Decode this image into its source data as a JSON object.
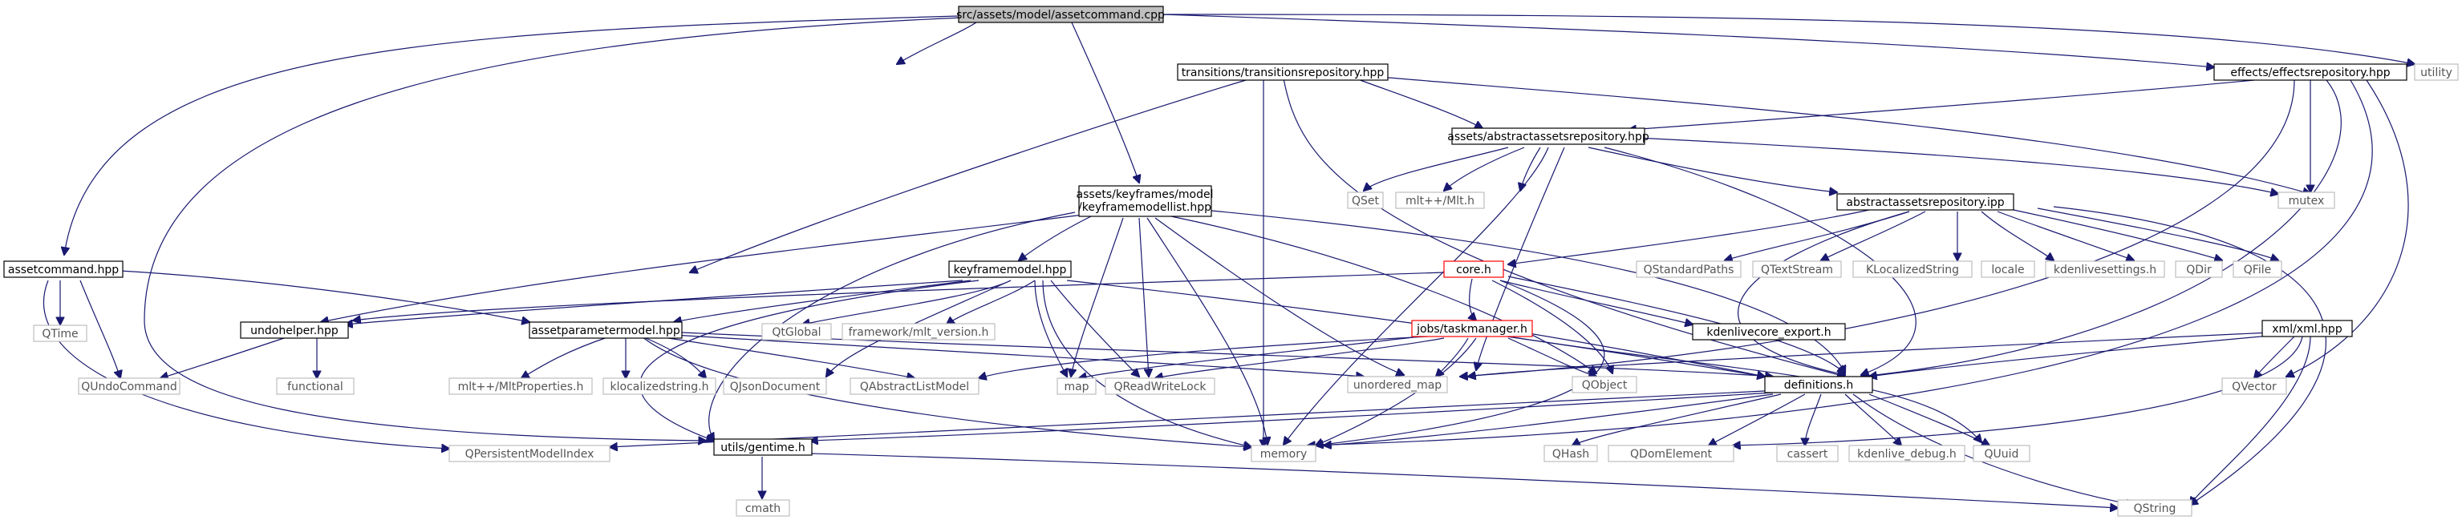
{
  "colors": {
    "edge": "#191970",
    "root_fill": "#bfbfbf",
    "external_border": "#bfbfbf",
    "highlight_border": "#ff0000"
  },
  "nodes": {
    "root": "src/assets/model/assetcommand.cpp",
    "transitions_repo": "transitions/transitionsrepository.hpp",
    "effects_repo": "effects/effectsrepository.hpp",
    "utility": "utility",
    "abstract_repo_hpp": "assets/abstractassetsrepository.hpp",
    "qset": "QSet",
    "mlt": "mlt++/Mlt.h",
    "mutex": "mutex",
    "keyframemodellist_1": "assets/keyframes/model",
    "keyframemodellist_2": "/keyframemodellist.hpp",
    "abstract_repo_ipp": "abstractassetsrepository.ipp",
    "assetcommand_hpp": "assetcommand.hpp",
    "keyframemodel_hpp": "keyframemodel.hpp",
    "core_h": "core.h",
    "qstandardpaths": "QStandardPaths",
    "qtextstream": "QTextStream",
    "klocalizedstring_cap": "KLocalizedString",
    "locale": "locale",
    "kdenlivesettings": "kdenlivesettings.h",
    "qdir": "QDir",
    "qfile": "QFile",
    "qtime": "QTime",
    "undohelper": "undohelper.hpp",
    "assetparametermodel": "assetparametermodel.hpp",
    "qtglobal": "QtGlobal",
    "framework_mlt": "framework/mlt_version.h",
    "kdenlivecore_export": "kdenlivecore_export.h",
    "xml_h": "xml/xml.hpp",
    "taskmanager": "jobs/taskmanager.h",
    "qundocommand": "QUndoCommand",
    "functional": "functional",
    "mltproperties": "mlt++/MltProperties.h",
    "klocalizedstring_low": "klocalizedstring.h",
    "qjsondocument": "QJsonDocument",
    "qabstractlistmodel": "QAbstractListModel",
    "map": "map",
    "qreadwritelock": "QReadWriteLock",
    "unordered_map": "unordered_map",
    "qobject": "QObject",
    "definitions": "definitions.h",
    "qvector": "QVector",
    "qpersistentmodelindex": "QPersistentModelIndex",
    "gentime": "utils/gentime.h",
    "memory": "memory",
    "qhash": "QHash",
    "qdomelement": "QDomElement",
    "cassert": "cassert",
    "kdenlive_debug": "kdenlive_debug.h",
    "quuid": "QUuid",
    "cmath": "cmath",
    "qstring": "QString"
  }
}
